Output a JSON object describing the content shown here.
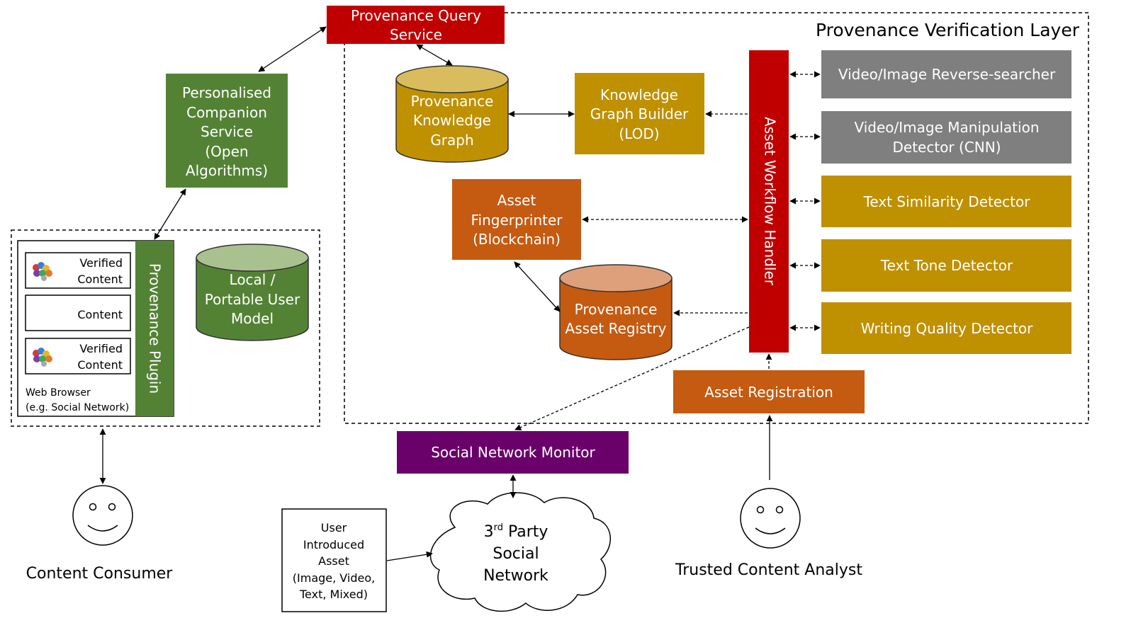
{
  "colors": {
    "red": "#c00000",
    "green": "#548235",
    "gold": "#bf9000",
    "gold_top": "#d9bc5d",
    "orange": "#c55a11",
    "orange_top": "#dea07a",
    "gray": "#7f7f7f",
    "purple": "#6a006a",
    "green_top": "#a9c18f"
  },
  "layer_title": "Provenance Verification Layer",
  "query_service": [
    "Provenance Query",
    "Service"
  ],
  "companion_service": [
    "Personalised",
    "Companion",
    "Service",
    "(Open",
    "Algorithms)"
  ],
  "knowledge_graph": [
    "Provenance",
    "Knowledge",
    "Graph"
  ],
  "graph_builder": [
    "Knowledge",
    "Graph Builder",
    "(LOD)"
  ],
  "fingerprinter": [
    "Asset",
    "Fingerprinter",
    "(Blockchain)"
  ],
  "asset_registry": [
    "Provenance",
    "Asset Registry"
  ],
  "workflow_handler": "Asset Workflow Handler",
  "detectors": [
    [
      "Video/Image Reverse-searcher"
    ],
    [
      "Video/Image Manipulation",
      "Detector (CNN)"
    ],
    [
      "Text Similarity Detector"
    ],
    [
      "Text Tone Detector"
    ],
    [
      "Writing Quality Detector"
    ]
  ],
  "asset_registration": "Asset Registration",
  "social_monitor": "Social Network Monitor",
  "cloud": {
    "line1_main": "3",
    "line1_sup": "rd",
    "line1_rest": " Party",
    "line2": "Social",
    "line3": "Network"
  },
  "user_asset": [
    "User",
    "Introduced",
    "Asset",
    "(Image, Video,",
    "Text, Mixed)"
  ],
  "browser": {
    "items": [
      [
        "Verified",
        "Content"
      ],
      [
        "Content"
      ],
      [
        "Verified",
        "Content"
      ]
    ],
    "caption": [
      "Web Browser",
      "(e.g. Social Network)"
    ],
    "plugin": "Provenance Plugin"
  },
  "user_model": [
    "Local /",
    "Portable User",
    "Model"
  ],
  "actors": {
    "consumer": "Content Consumer",
    "analyst": "Trusted Content Analyst"
  }
}
